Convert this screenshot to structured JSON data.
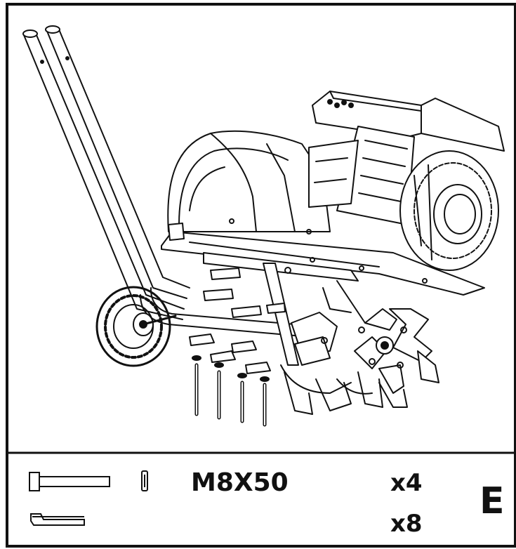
{
  "parts": {
    "bolt_spec": "M8X50",
    "bolt_qty": "x4",
    "bracket_qty": "x8"
  },
  "step_label": "E",
  "colors": {
    "line": "#111111",
    "background": "#ffffff"
  }
}
